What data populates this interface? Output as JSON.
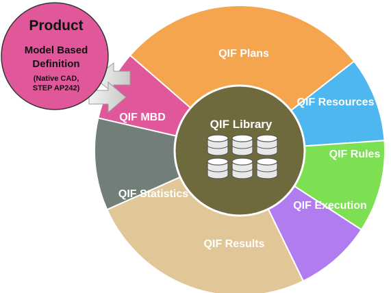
{
  "hub": {
    "title": "QIF Library",
    "icon": "database-icon",
    "color": "#6f6a3d"
  },
  "segments": [
    {
      "key": "plans",
      "label": "QIF Plans",
      "color": "#f6a54f"
    },
    {
      "key": "resources",
      "label": "QIF Resources",
      "color": "#4fb7f0"
    },
    {
      "key": "rules",
      "label": "QIF Rules",
      "color": "#7ce052"
    },
    {
      "key": "execution",
      "label": "QIF Execution",
      "color": "#b07cf0"
    },
    {
      "key": "results",
      "label": "QIF Results",
      "color": "#e1c698"
    },
    {
      "key": "statistics",
      "label": "QIF Statistics",
      "color": "#717f78"
    },
    {
      "key": "mbd",
      "label": "QIF MBD",
      "color": "#e0589a"
    }
  ],
  "product": {
    "title": "Product",
    "line1": "Model Based",
    "line2": "Definition",
    "line3": "(Native CAD,",
    "line4": "STEP AP242)",
    "color": "#e0589a"
  }
}
